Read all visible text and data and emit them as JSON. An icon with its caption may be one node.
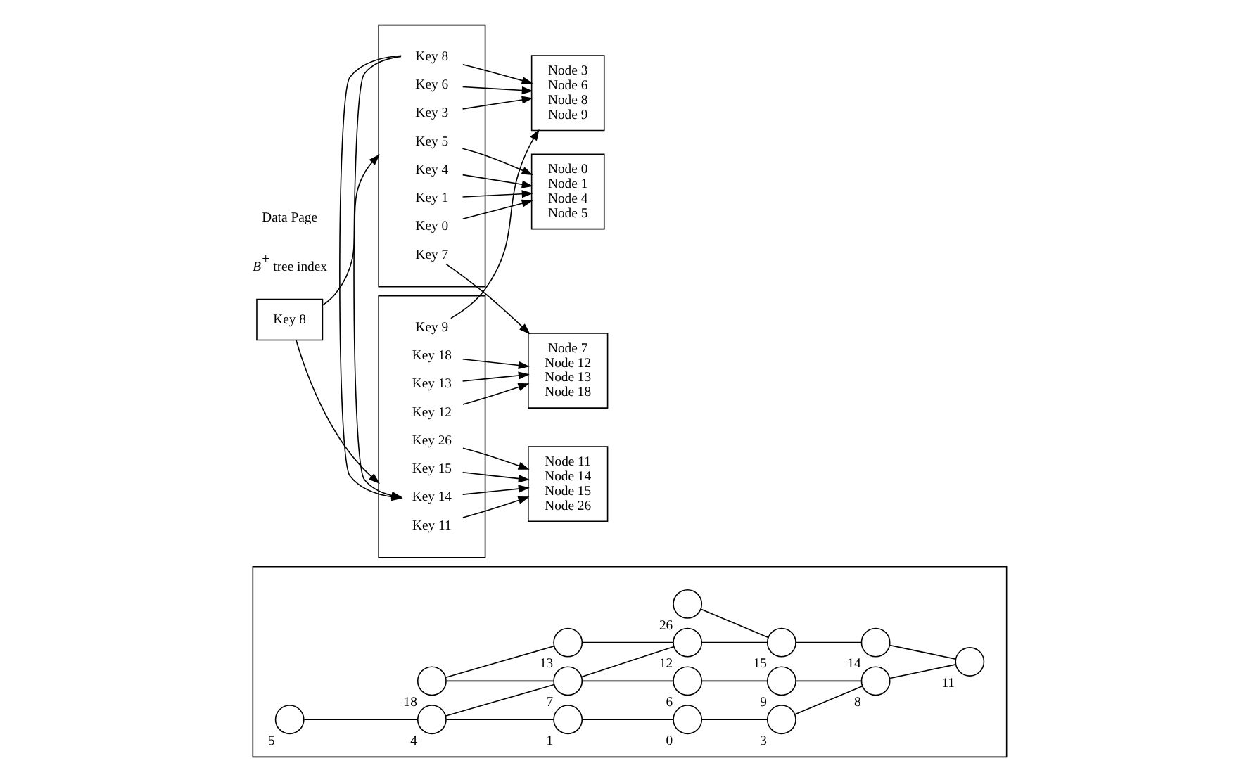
{
  "diagram": {
    "nodes": [
      {
        "text": [],
        "shape": "box"
      },
      {
        "text": [],
        "shape": "circle",
        "beside": [
          "18"
        ],
        "in": 0
      },
      {
        "text": [],
        "shape": "circle",
        "beside": [
          "26"
        ],
        "in": 0
      },
      {
        "text": [],
        "shape": "circle",
        "beside": [
          "5"
        ],
        "in": 0
      },
      {
        "text": [],
        "shape": "circle",
        "beside": [
          "7"
        ],
        "in": 0
      },
      {
        "text": [],
        "shape": "circle",
        "beside": [
          "13"
        ],
        "in": 0
      },
      {
        "text": [],
        "shape": "circle",
        "beside": [
          "15"
        ],
        "in": 0
      },
      {
        "text": [],
        "shape": "circle",
        "beside": [
          "4"
        ],
        "in": 0
      },
      {
        "text": [],
        "shape": "circle",
        "beside": [
          "6"
        ],
        "in": 0
      },
      {
        "text": [],
        "shape": "circle",
        "beside": [
          "12"
        ],
        "in": 0
      },
      {
        "text": [],
        "shape": "circle",
        "beside": [
          "14"
        ],
        "in": 0
      },
      {
        "text": [],
        "shape": "circle",
        "beside": [
          "1"
        ],
        "in": 0
      },
      {
        "text": [],
        "shape": "circle",
        "beside": [
          "3"
        ],
        "in": 0
      },
      {
        "text": [],
        "shape": "circle",
        "beside": [
          "9"
        ],
        "in": 0
      },
      {
        "text": [],
        "shape": "circle",
        "beside": [
          "11"
        ],
        "in": 0
      },
      {
        "text": [],
        "shape": "circle",
        "beside": [
          "0"
        ],
        "in": 0
      },
      {
        "text": [],
        "shape": "circle",
        "beside": [
          "8"
        ],
        "in": 0
      },
      {
        "text": [],
        "shape": "box"
      },
      {
        "text": [
          "Key 0"
        ],
        "in": 17
      },
      {
        "text": [
          "Key 1"
        ],
        "in": 17
      },
      {
        "text": [
          "Key 3"
        ],
        "in": 17
      },
      {
        "text": [
          "Key 4"
        ],
        "in": 17
      },
      {
        "text": [
          "Key 5"
        ],
        "in": 17
      },
      {
        "text": [
          "Key 6"
        ],
        "in": 17
      },
      {
        "text": [
          "Key 7"
        ],
        "in": 17
      },
      {
        "text": [
          "Key 8"
        ],
        "in": 17
      },
      {
        "text": [
          "Key 8"
        ]
      },
      {
        "text": [],
        "shape": "box"
      },
      {
        "text": [
          "Key 9"
        ],
        "in": 27
      },
      {
        "text": [
          "Key 11"
        ],
        "in": 27
      },
      {
        "text": [
          "Key 12"
        ],
        "in": 27
      },
      {
        "text": [
          "Key 13"
        ],
        "in": 27
      },
      {
        "text": [
          "Key 14"
        ],
        "in": 27
      },
      {
        "text": [
          "Key 15"
        ],
        "in": 27
      },
      {
        "text": [
          "Key 18"
        ],
        "in": 27
      },
      {
        "text": [
          "Key 26"
        ],
        "in": 27
      },
      {
        "text": [
          "Node 0",
          "Node 1",
          "Node 4",
          "Node 5"
        ]
      },
      {
        "text": [
          "Node 3",
          "Node 6",
          "Node 8",
          "Node 9"
        ]
      },
      {
        "text": [
          "Node 7",
          "Node 12",
          "Node 13",
          "Node 18"
        ]
      },
      {
        "text": [
          "Node 11",
          "Node 14",
          "Node 15",
          "Node 26"
        ]
      }
    ],
    "edges": [
      {
        "from": 3,
        "to": 7,
        "arrow": "none"
      },
      {
        "from": 7,
        "to": 11,
        "arrow": "none"
      },
      {
        "from": 11,
        "to": 15,
        "arrow": "none"
      },
      {
        "from": 7,
        "to": 4,
        "arrow": "none"
      },
      {
        "from": 4,
        "to": 9,
        "arrow": "none"
      },
      {
        "from": 1,
        "to": 4,
        "arrow": "none"
      },
      {
        "from": 4,
        "to": 8,
        "arrow": "none"
      },
      {
        "from": 1,
        "to": 5,
        "arrow": "none"
      },
      {
        "from": 5,
        "to": 9,
        "arrow": "none"
      },
      {
        "from": 9,
        "to": 6,
        "arrow": "none"
      },
      {
        "from": 2,
        "to": 6,
        "arrow": "none"
      },
      {
        "from": 6,
        "to": 10,
        "arrow": "none"
      },
      {
        "from": 10,
        "to": 14,
        "arrow": "none"
      },
      {
        "from": 8,
        "to": 13,
        "arrow": "none"
      },
      {
        "from": 13,
        "to": 16,
        "arrow": "none"
      },
      {
        "from": 15,
        "to": 12,
        "arrow": "none"
      },
      {
        "from": 12,
        "to": 16,
        "arrow": "none"
      },
      {
        "from": 16,
        "to": 14,
        "arrow": "none"
      },
      {
        "from": 26,
        "to": 17,
        "arrow": "to"
      },
      {
        "from": 26,
        "to": 27,
        "arrow": "to"
      },
      {
        "from": 17,
        "to": 27,
        "arrow": "to"
      },
      {
        "from": 18,
        "to": 36,
        "arrow": "to"
      },
      {
        "from": 19,
        "to": 36,
        "arrow": "to"
      },
      {
        "from": 20,
        "to": 37,
        "arrow": "to"
      },
      {
        "from": 21,
        "to": 36,
        "arrow": "to"
      },
      {
        "from": 22,
        "to": 36,
        "arrow": "to"
      },
      {
        "from": 23,
        "to": 37,
        "arrow": "to"
      },
      {
        "from": 24,
        "to": 38,
        "arrow": "to"
      },
      {
        "from": 25,
        "to": 37,
        "arrow": "to"
      },
      {
        "from": 28,
        "to": 37,
        "arrow": "to"
      },
      {
        "from": 29,
        "to": 39,
        "arrow": "to"
      },
      {
        "from": 30,
        "to": 38,
        "arrow": "to"
      },
      {
        "from": 31,
        "to": 38,
        "arrow": "to"
      },
      {
        "from": 32,
        "to": 39,
        "arrow": "to"
      },
      {
        "from": 33,
        "to": 39,
        "arrow": "to"
      },
      {
        "from": 34,
        "to": 38,
        "arrow": "to"
      },
      {
        "from": 35,
        "to": 39,
        "arrow": "to"
      }
    ],
    "labels": [
      "*B*$^{+}$ tree index",
      "Data Page"
    ]
  }
}
